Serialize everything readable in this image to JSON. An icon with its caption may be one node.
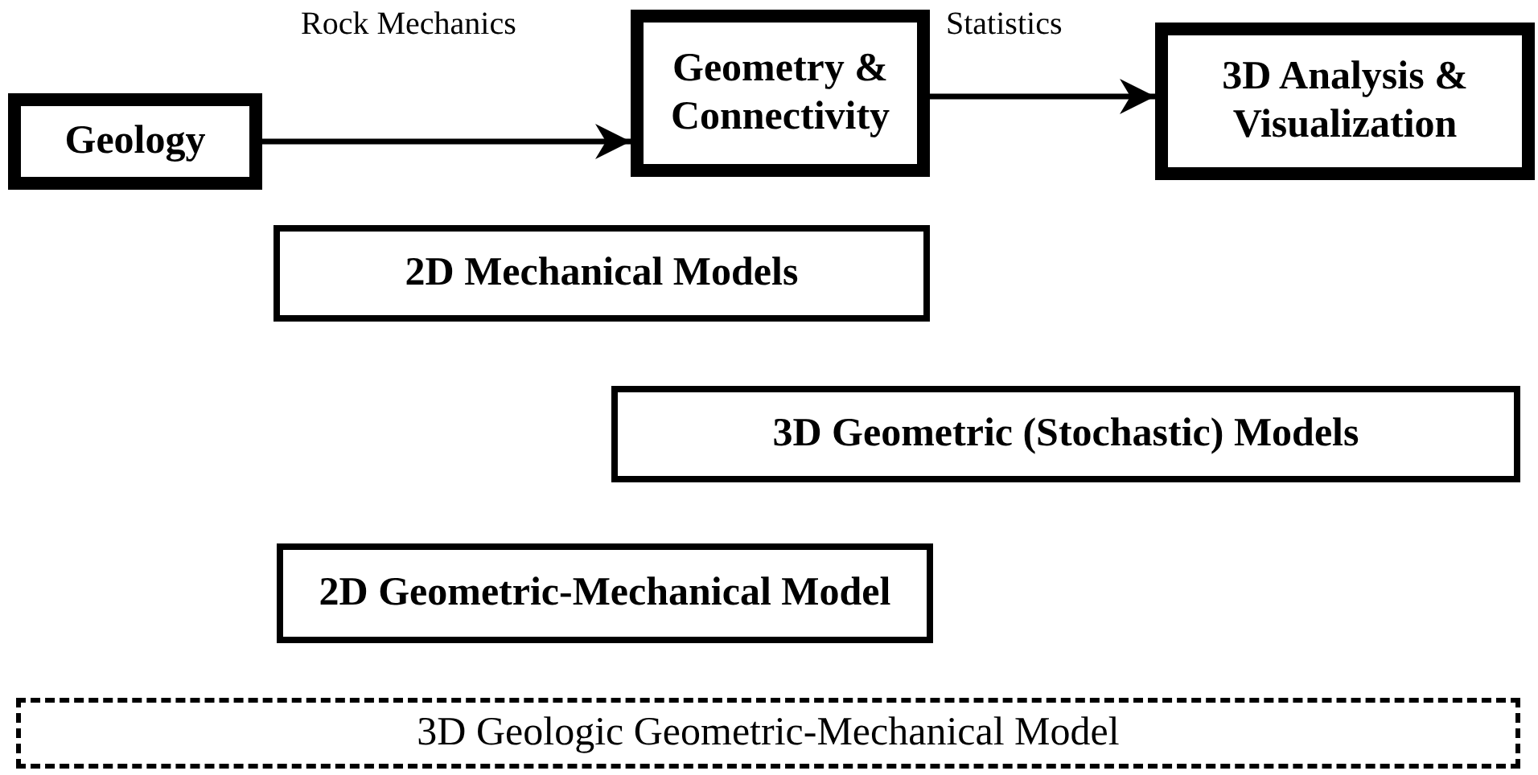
{
  "diagram": {
    "nodes": [
      {
        "text": [
          "Geology"
        ]
      },
      {
        "text": [
          "Geometry & Connectivity"
        ]
      },
      {
        "text": [
          "3D Analysis & Visualization"
        ]
      },
      {
        "text": [
          "2D Mechanical Models"
        ]
      },
      {
        "text": [
          "3D Geometric (Stochastic) Models"
        ]
      },
      {
        "text": [
          "2D Geometric-Mechanical Model"
        ]
      },
      {
        "text": [
          "3D Geologic Geometric-Mechanical Model"
        ]
      }
    ],
    "edges": [
      {
        "from": 0,
        "to": 1,
        "arrow": "to",
        "label": "Rock Mechanics"
      },
      {
        "from": 1,
        "to": 2,
        "arrow": "to",
        "label": "Statistics"
      }
    ]
  }
}
